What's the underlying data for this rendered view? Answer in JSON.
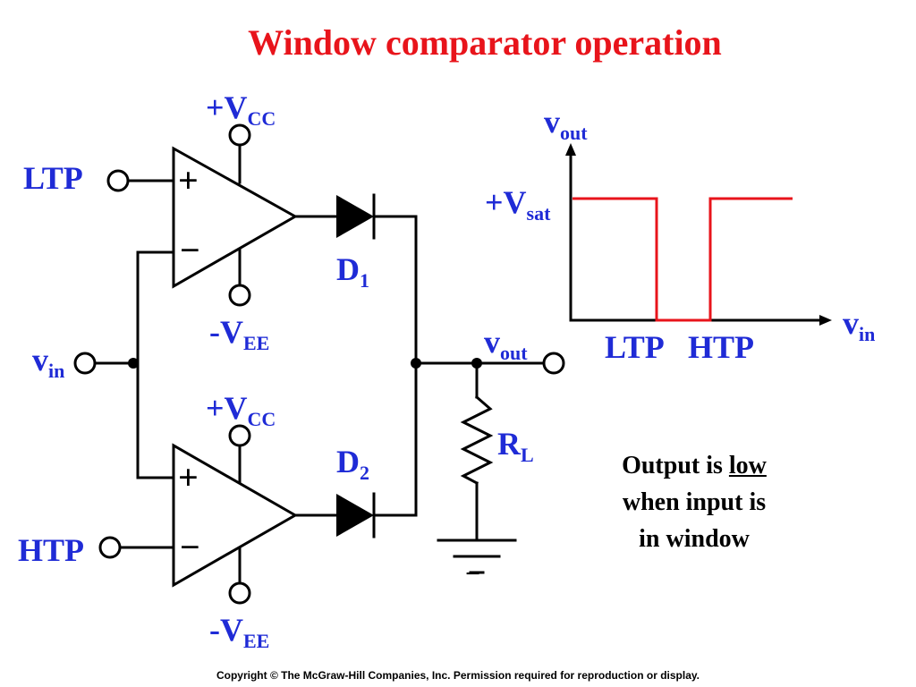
{
  "title": "Window comparator operation",
  "circuit": {
    "input_ltp": "LTP",
    "input_htp": "HTP",
    "input_vin": {
      "base": "v",
      "sub": "in"
    },
    "supply_top_pos": {
      "base": "+V",
      "sub": "CC"
    },
    "supply_top_neg": {
      "base": "-V",
      "sub": "EE"
    },
    "supply_bot_pos": {
      "base": "+V",
      "sub": "CC"
    },
    "supply_bot_neg": {
      "base": "-V",
      "sub": "EE"
    },
    "diode1": {
      "base": "D",
      "sub": "1"
    },
    "diode2": {
      "base": "D",
      "sub": "2"
    },
    "output": {
      "base": "v",
      "sub": "out"
    },
    "resistor": {
      "base": "R",
      "sub": "L"
    },
    "plus_sign": "+",
    "minus_sign": "−"
  },
  "graph": {
    "y_axis": {
      "base": "v",
      "sub": "out"
    },
    "x_axis": {
      "base": "v",
      "sub": "in"
    },
    "level": {
      "base": "+V",
      "sub": "sat"
    },
    "ltp": "LTP",
    "htp": "HTP",
    "curve_color": "#e8141b"
  },
  "note": {
    "line1_prefix": "Output is ",
    "line1_emph": "low",
    "line2": "when input is",
    "line3": "in window"
  },
  "copyright": "Copyright © The McGraw-Hill Companies, Inc. Permission required for reproduction or display.",
  "colors": {
    "title": "#e8141b",
    "labels": "#1f2bd6",
    "wires": "#000000"
  }
}
